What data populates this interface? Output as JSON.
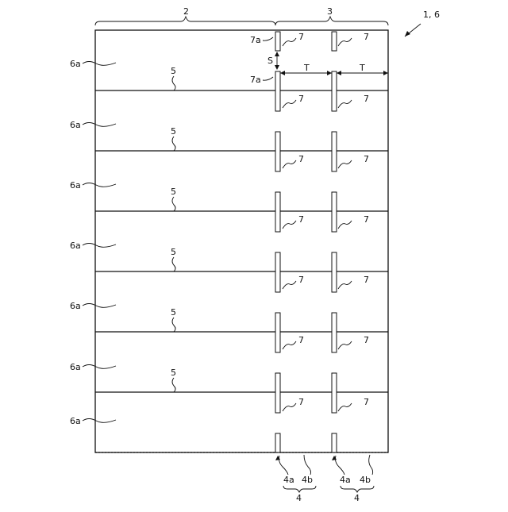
{
  "figure_label": "1, 6",
  "region_labels": {
    "left": "2",
    "right": "3"
  },
  "strip_labels": [
    "6a",
    "6a",
    "6a",
    "6a",
    "6a",
    "6a",
    "6a"
  ],
  "boundary_labels": [
    "5",
    "5",
    "5",
    "5",
    "5",
    "5"
  ],
  "slit_label": "7",
  "slit_end_label": "7a",
  "spacing_labels": {
    "gap": "S",
    "pitch": "T"
  },
  "bottom_labels": {
    "a": "4a",
    "b": "4b",
    "group": "4"
  }
}
